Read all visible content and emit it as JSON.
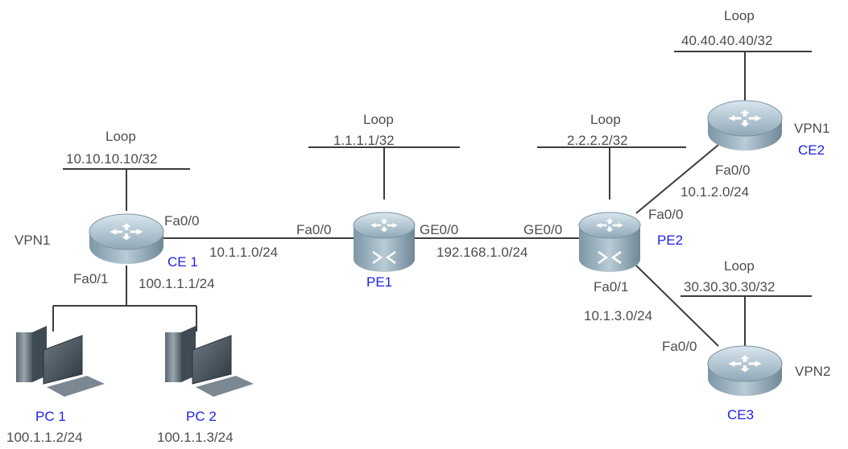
{
  "colors": {
    "device_label": "#1f1fe6",
    "text": "#4d4d4d",
    "line": "#3c3c3c",
    "router_body": "#9ab6c6"
  },
  "devices": {
    "ce1": {
      "name": "CE 1",
      "vpn": "VPN1",
      "loop_label": "Loop",
      "loop_addr": "10.10.10.10/32",
      "port_fa00": "Fa0/0",
      "port_fa01": "Fa0/1",
      "lan_addr": "100.1.1.1/24",
      "icon": "router-icon"
    },
    "pe1": {
      "name": "PE1",
      "loop_label": "Loop",
      "loop_addr": "1.1.1.1/32",
      "port_fa00": "Fa0/0",
      "port_ge00": "GE0/0",
      "icon": "switch-router-icon"
    },
    "pe2": {
      "name": "PE2",
      "loop_label": "Loop",
      "loop_addr": "2.2.2.2/32",
      "port_ge00": "GE0/0",
      "port_fa00": "Fa0/0",
      "port_fa01": "Fa0/1",
      "icon": "switch-router-icon"
    },
    "ce2": {
      "name": "CE2",
      "vpn": "VPN1",
      "loop_label": "Loop",
      "loop_addr": "40.40.40.40/32",
      "port_fa00": "Fa0/0",
      "icon": "router-icon"
    },
    "ce3": {
      "name": "CE3",
      "vpn": "VPN2",
      "loop_label": "Loop",
      "loop_addr": "30.30.30.30/32",
      "port_fa00": "Fa0/0",
      "icon": "router-icon"
    },
    "pc1": {
      "name": "PC 1",
      "addr": "100.1.1.2/24",
      "icon": "pc-icon"
    },
    "pc2": {
      "name": "PC 2",
      "addr": "100.1.1.3/24",
      "icon": "pc-icon"
    }
  },
  "links": {
    "ce1_pe1": "10.1.1.0/24",
    "pe1_pe2": "192.168.1.0/24",
    "pe2_ce2": "10.1.2.0/24",
    "pe2_ce3": "10.1.3.0/24"
  }
}
